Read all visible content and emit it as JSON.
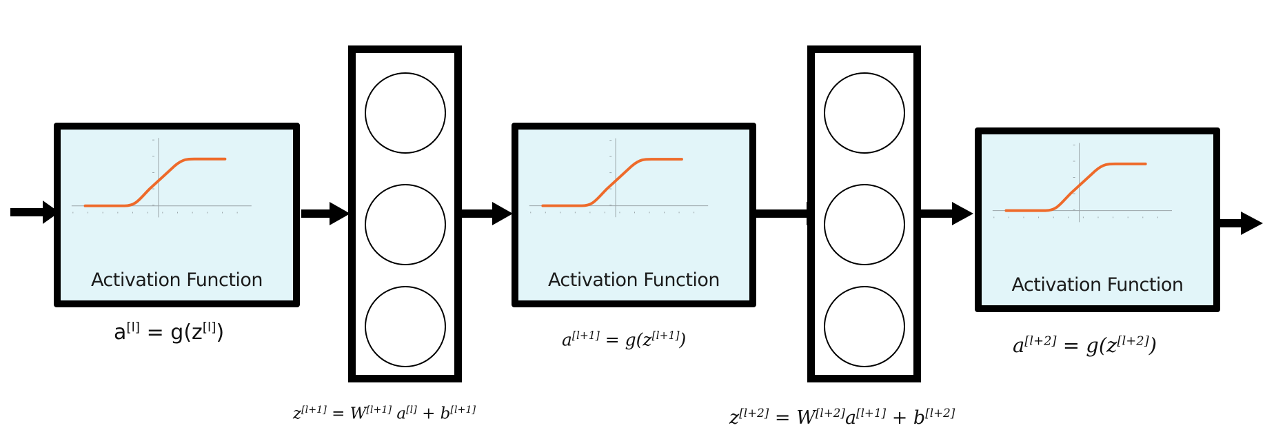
{
  "activation_label": "Activation Function",
  "equations": {
    "a_l": {
      "a": "a",
      "sup1": "[l]",
      "mid": " = g(z",
      "sup2": "[l]",
      "end": ")"
    },
    "a_l1": {
      "a": "a",
      "sup1": "[l+1]",
      "mid": " = g(z",
      "sup2": "[l+1]",
      "end": ")"
    },
    "a_l2": {
      "a": "a",
      "sup1": "[l+2]",
      "mid": " = g(z",
      "sup2": "[l+2]",
      "end": ")"
    },
    "z_l1": {
      "z": "z",
      "s1": "[l+1]",
      "t1": " = W",
      "s2": "[l+1]",
      "t2": " a",
      "s3": "[l]",
      "t3": " + b",
      "s4": "[l+1]"
    },
    "z_l2": {
      "z": "z",
      "s1": "[l+2]",
      "t1": " =  W",
      "s2": "[l+2]",
      "t2": "a",
      "s3": "[l+1]",
      "t3": " + b",
      "s4": "[l+2]"
    }
  },
  "colors": {
    "border": "#000000",
    "panel": "#e2f5f9",
    "curve": "#ee6a2a",
    "axis": "#9aa4a8"
  }
}
